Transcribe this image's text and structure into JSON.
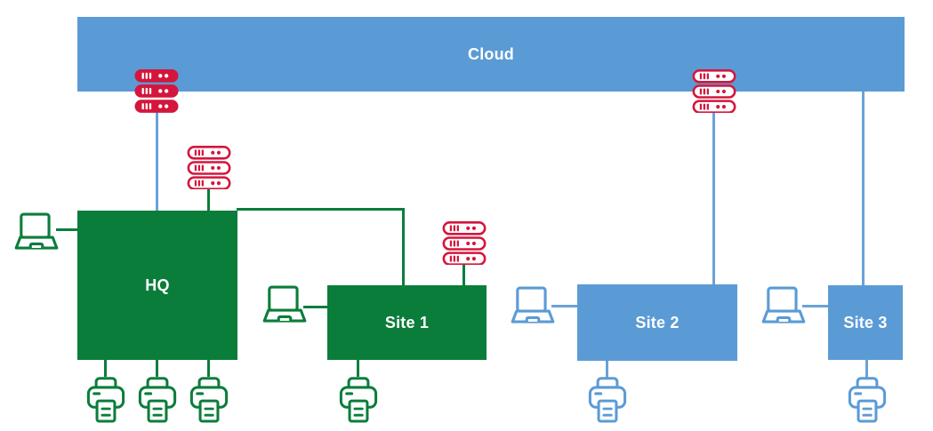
{
  "diagram": {
    "type": "cloud-network-topology",
    "nodes": {
      "cloud": {
        "label": "Cloud",
        "color": "#5b9bd5"
      },
      "hq": {
        "label": "HQ",
        "color": "#0b7d3b"
      },
      "site1": {
        "label": "Site 1",
        "color": "#0b7d3b"
      },
      "site2": {
        "label": "Site 2",
        "color": "#5b9bd5"
      },
      "site3": {
        "label": "Site 3",
        "color": "#5b9bd5"
      }
    },
    "colors": {
      "box_blue": "#5b9bd5",
      "box_green": "#0b7d3b",
      "rack_red": "#d4163c",
      "connector_blue": "#6aa2d8",
      "connector_green": "#0b7d3b",
      "label_text": "#ffffff",
      "background": "#ffffff"
    },
    "icons": {
      "server_rack_solid": "server-rack-icon (solid red)",
      "server_rack_outline": "server-rack-icon (red outline)",
      "laptop": "laptop-icon (outline)",
      "printer": "printer-icon (outline)"
    },
    "connections": [
      "cloud - server-rack - HQ",
      "server-rack - HQ",
      "laptop - HQ",
      "HQ - Site 1",
      "server-rack - Site 1",
      "laptop - Site 1",
      "HQ - printer x3",
      "Site 1 - printer",
      "cloud - server-rack - Site 2",
      "laptop - Site 2",
      "Site 2 - printer",
      "cloud - Site 3",
      "laptop - Site 3",
      "Site 3 - printer"
    ]
  }
}
